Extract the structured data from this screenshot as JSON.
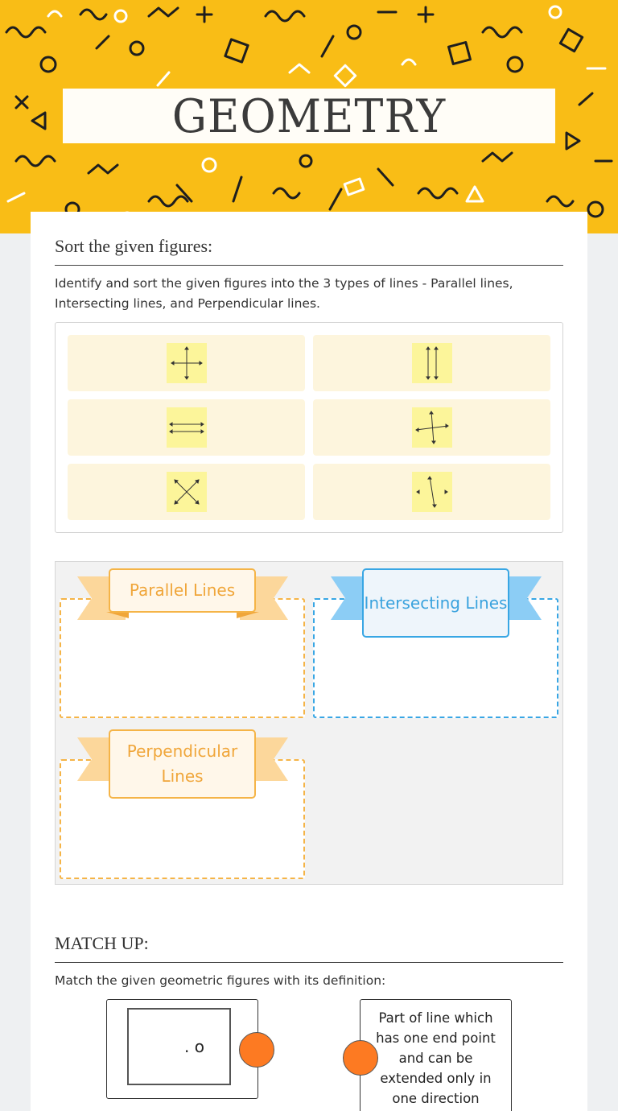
{
  "header": {
    "title": "GEOMETRY"
  },
  "sort_section": {
    "heading": "Sort the given figures:",
    "instructions": "Identify and sort the given figures into the 3 types of lines - Parallel lines, Intersecting lines, and Perpendicular lines.",
    "figure_icons": [
      "perpendicular-cross-icon",
      "vertical-parallel-lines-icon",
      "horizontal-parallel-lines-icon",
      "tilted-cross-icon",
      "x-intersecting-lines-icon",
      "slanted-lines-icon"
    ],
    "categories": [
      {
        "label": "Parallel Lines",
        "color": "#f5b447"
      },
      {
        "label": "Intersecting Lines",
        "color": "#38a6e4"
      },
      {
        "label": "Perpendicular Lines",
        "color": "#f5b447"
      }
    ]
  },
  "match_section": {
    "heading": "MATCH UP:",
    "instructions": "Match the given geometric figures with its definition:",
    "left_item_text": ". o",
    "right_item_text": "Part of line which has one end point and can be extended only in one direction",
    "connector_color": "#fd7a22"
  },
  "colors": {
    "banner": "#f9bd16",
    "tile": "#fdf5dd",
    "thumb": "#fcf59a"
  }
}
